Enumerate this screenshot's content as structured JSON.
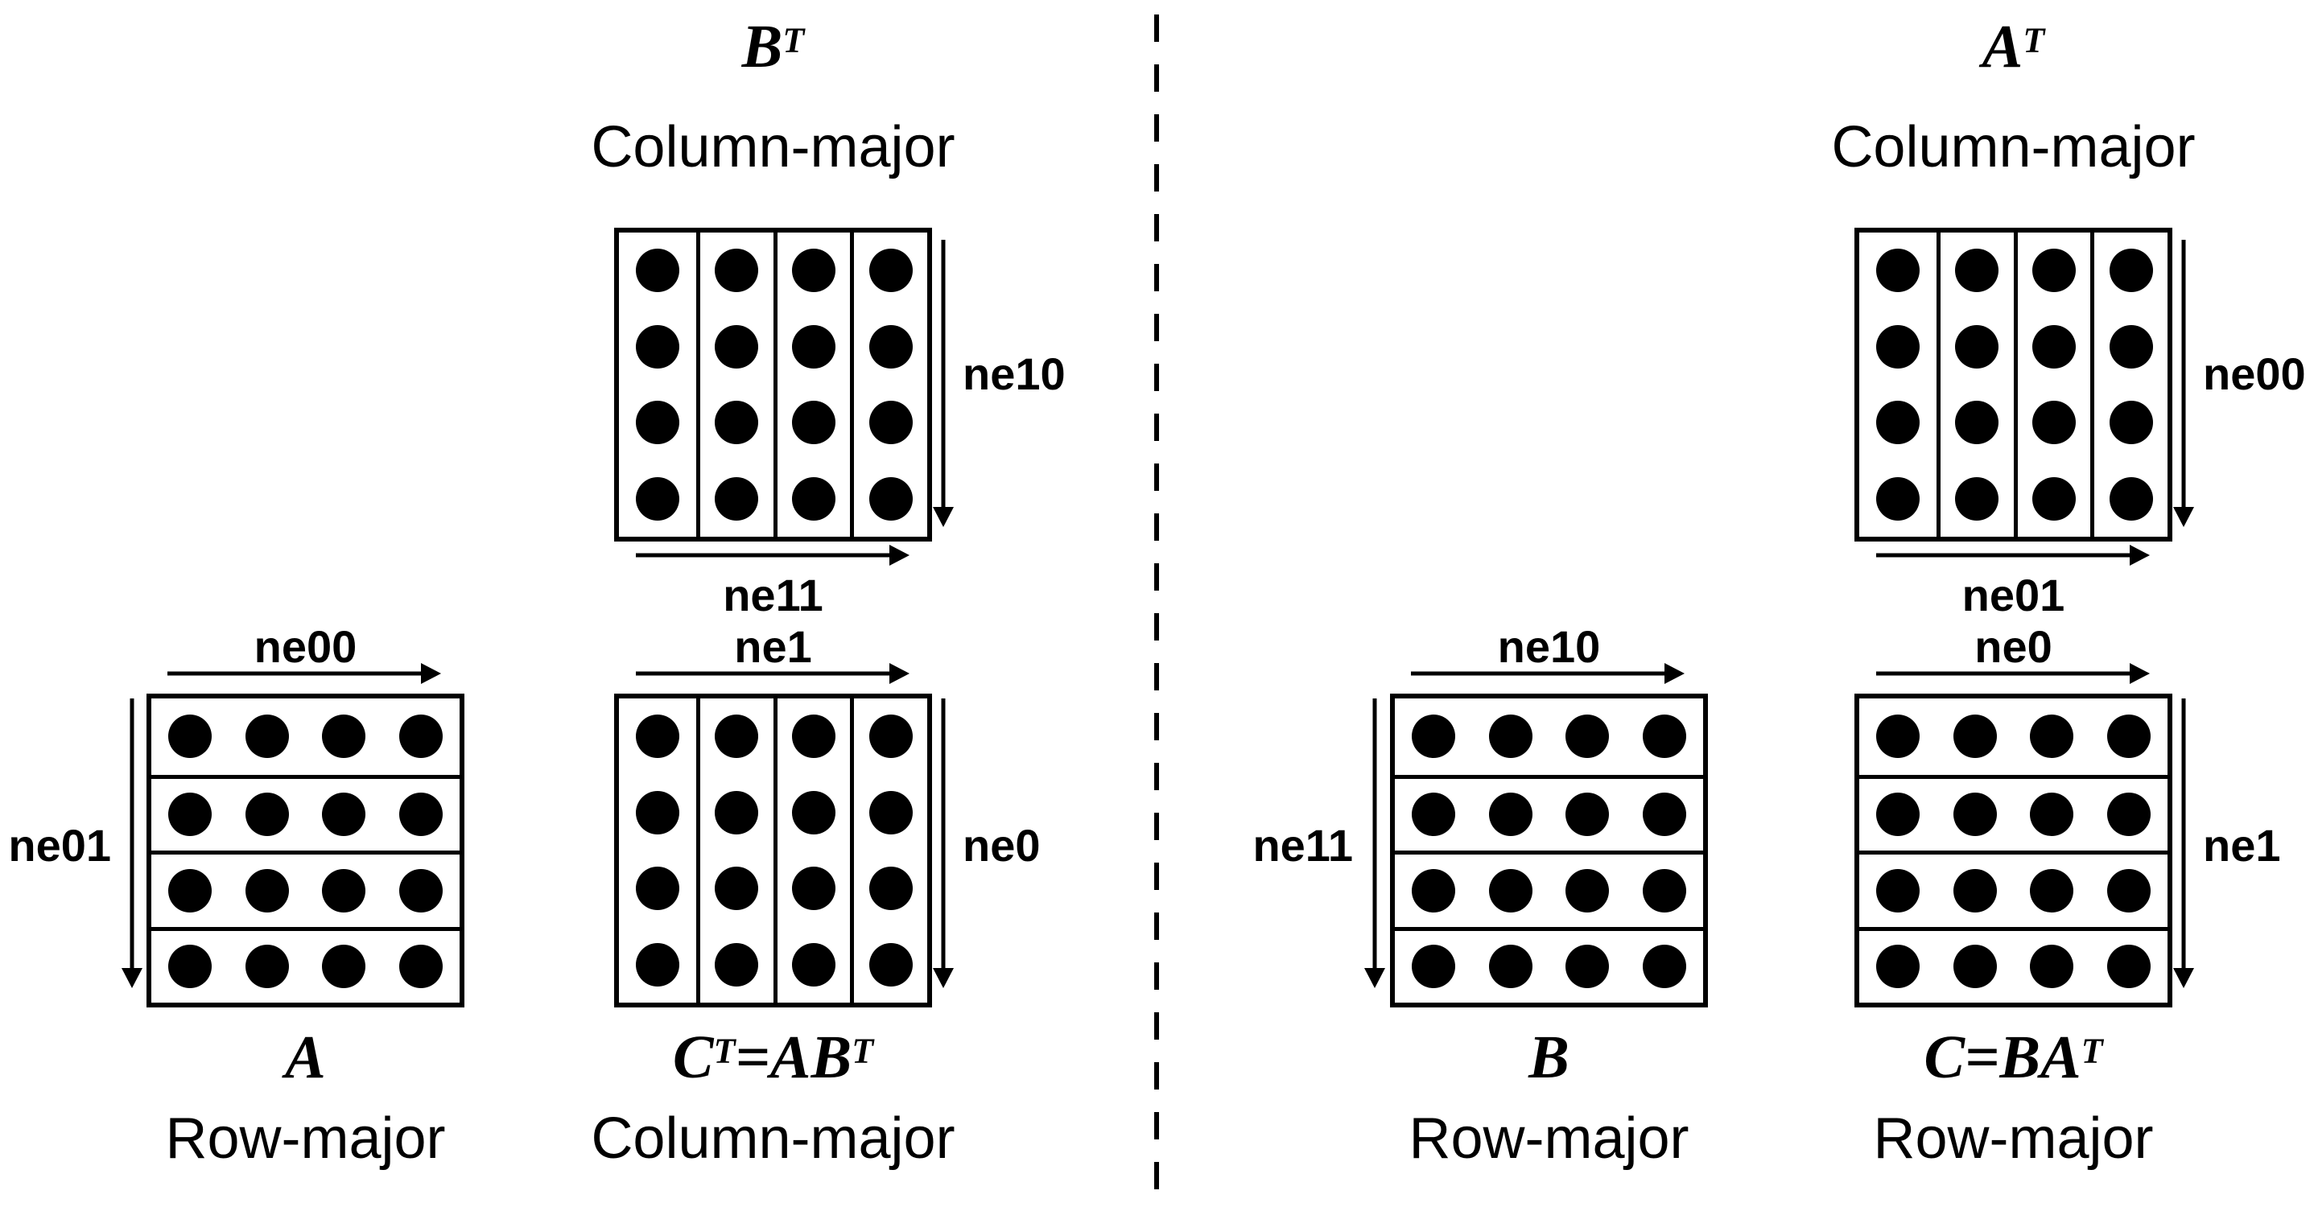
{
  "figure": {
    "left_panel": {
      "b_transpose": {
        "name": {
          "p1": "B",
          "s1": "T"
        },
        "layout": "Column-major",
        "orientation": "column",
        "rows": 4,
        "cols": 4,
        "vertical_axis": "ne10",
        "horizontal_axis": "ne11"
      },
      "a": {
        "name": {
          "p1": "A"
        },
        "layout": "Row-major",
        "orientation": "row",
        "rows": 4,
        "cols": 4,
        "horizontal_axis": "ne00",
        "vertical_axis": "ne01"
      },
      "c_transpose": {
        "name": {
          "p1": "C",
          "s1": "T",
          "p2": "=AB",
          "s2": "T"
        },
        "layout": "Column-major",
        "orientation": "column",
        "rows": 4,
        "cols": 4,
        "horizontal_axis": "ne1",
        "vertical_axis": "ne0"
      }
    },
    "right_panel": {
      "a_transpose": {
        "name": {
          "p1": "A",
          "s1": "T"
        },
        "layout": "Column-major",
        "orientation": "column",
        "rows": 4,
        "cols": 4,
        "vertical_axis": "ne00",
        "horizontal_axis": "ne01"
      },
      "b": {
        "name": {
          "p1": "B"
        },
        "layout": "Row-major",
        "orientation": "row",
        "rows": 4,
        "cols": 4,
        "horizontal_axis": "ne10",
        "vertical_axis": "ne11"
      },
      "c": {
        "name": {
          "p1": "C=BA",
          "s1": "T"
        },
        "layout": "Row-major",
        "orientation": "row",
        "rows": 4,
        "cols": 4,
        "horizontal_axis": "ne0",
        "vertical_axis": "ne1"
      }
    },
    "colors": {
      "ink": "#000000",
      "background": "#ffffff"
    }
  }
}
